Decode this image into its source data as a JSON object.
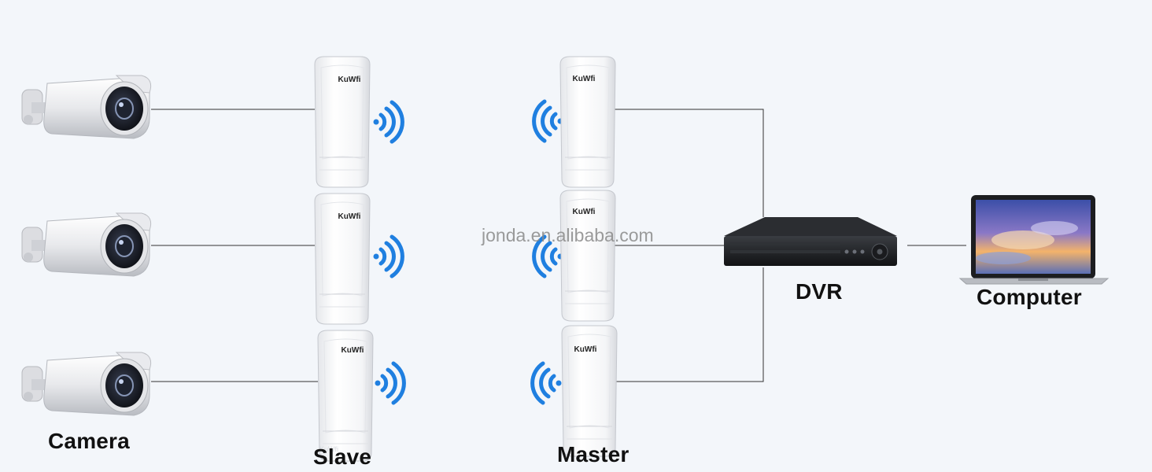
{
  "labels": {
    "camera": "Camera",
    "slave": "Slave",
    "master": "Master",
    "dvr": "DVR",
    "computer": "Computer"
  },
  "brand": "KuWfi",
  "watermark": "jonda.en.alibaba.com",
  "colors": {
    "background": "#f3f6fa",
    "wifi_signal": "#1f7fe0",
    "line": "#333333"
  },
  "icons": [
    "camera-icon",
    "cpe-device-icon",
    "wifi-signal-icon",
    "dvr-icon",
    "laptop-icon"
  ]
}
